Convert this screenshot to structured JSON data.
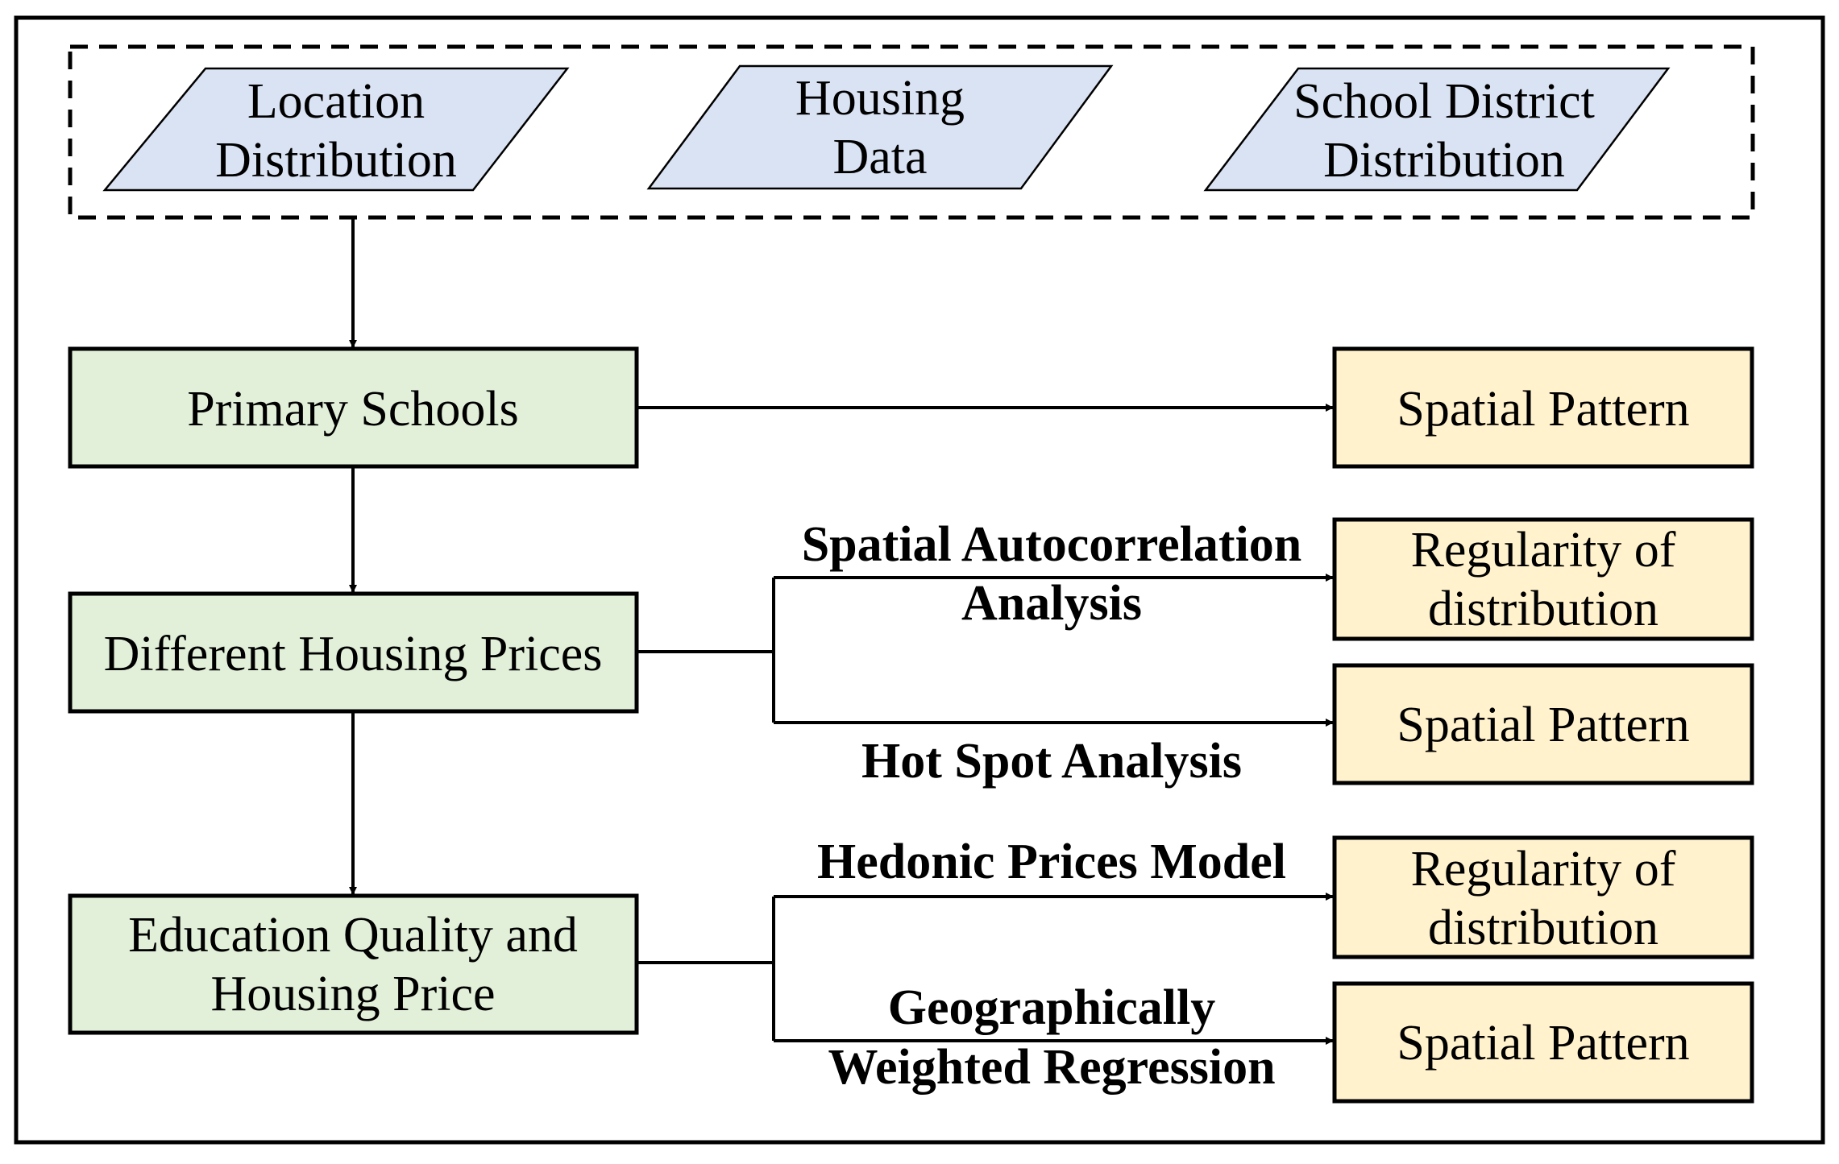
{
  "colors": {
    "input_fill": "#dae3f3",
    "process_fill": "#e2f0d9",
    "output_fill": "#fff2cc",
    "stroke": "#000000",
    "background": "#ffffff"
  },
  "inputs": [
    {
      "line1": "Location",
      "line2": "Distribution"
    },
    {
      "line1": "Housing",
      "line2": "Data"
    },
    {
      "line1": "School District",
      "line2": "Distribution"
    }
  ],
  "processes": [
    {
      "line1": "Primary Schools",
      "line2": ""
    },
    {
      "line1": "Different Housing Prices",
      "line2": ""
    },
    {
      "line1": "Education Quality and",
      "line2": "Housing Price"
    }
  ],
  "methods": {
    "spatial_autocorrelation": {
      "line1": "Spatial Autocorrelation",
      "line2": "Analysis"
    },
    "hot_spot": {
      "line1": "Hot Spot Analysis",
      "line2": ""
    },
    "hedonic": {
      "line1": "Hedonic Prices Model",
      "line2": ""
    },
    "gwr": {
      "line1": "Geographically",
      "line2": "Weighted Regression"
    }
  },
  "outputs": [
    {
      "line1": "Spatial Pattern",
      "line2": ""
    },
    {
      "line1": "Regularity of",
      "line2": "distribution"
    },
    {
      "line1": "Spatial Pattern",
      "line2": ""
    },
    {
      "line1": "Regularity of",
      "line2": "distribution"
    },
    {
      "line1": "Spatial Pattern",
      "line2": ""
    }
  ]
}
